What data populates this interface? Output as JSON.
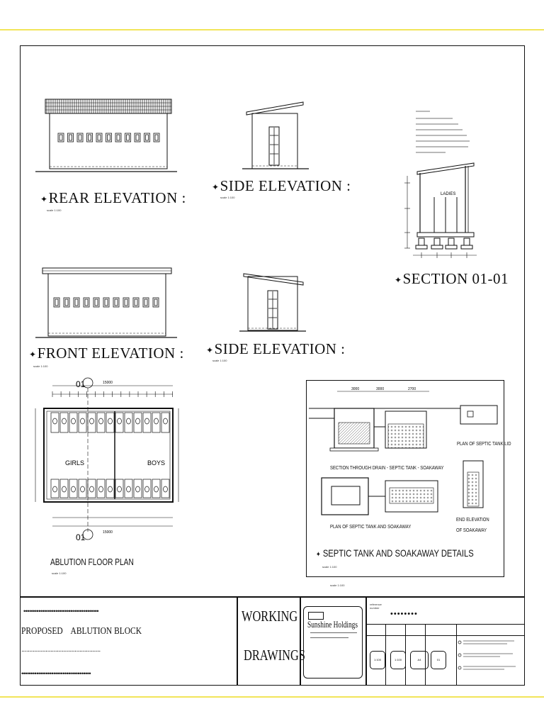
{
  "drawings": {
    "rear_elevation": {
      "title": "REAR ELEVATION :",
      "scale": "scale 1:100"
    },
    "side_elevation_top": {
      "title": "SIDE ELEVATION :",
      "scale": "scale 1:100"
    },
    "section": {
      "title": "SECTION 01-01",
      "room_label": "LADIES"
    },
    "front_elevation": {
      "title": "FRONT ELEVATION :",
      "scale": "scale 1:100"
    },
    "side_elevation_bottom": {
      "title": "SIDE ELEVATION :",
      "scale": "scale 1:100"
    },
    "floor_plan": {
      "title": "ABLUTION FLOOR PLAN",
      "scale": "scale 1:100",
      "section_marker": "01",
      "overall_dimension": "15000",
      "room_left": "GIRLS",
      "room_right": "BOYS"
    },
    "septic": {
      "title": "SEPTIC TANK AND SOAKAWAY DETAILS",
      "scale": "scale 1:100",
      "section_caption": "SECTION THROUGH DRAIN - SEPTIC TANK - SOAKAWAY",
      "plan_caption": "PLAN OF SEPTIC TANK AND SOAKAWAY",
      "lid_caption": "PLAN OF SEPTIC TANK LID",
      "end_caption_1": "END ELEVATION",
      "end_caption_2": "OF SOAKAWAY",
      "dims": [
        "3000",
        "3000",
        "2700"
      ]
    },
    "below_scale": "scale 1:100"
  },
  "title_block": {
    "project_dots_1": "••••••••••••••••••••••••••••••••••••••••",
    "project_name": "PROPOSED    ABLUTION BLOCK",
    "project_dots_2": ".................................................",
    "project_dots_3": "•••••••••••••••••••••••••••••••••••••",
    "stage_line_1": "WORKING",
    "stage_line_2": "DRAWINGS",
    "company_name": "Sunshine Holdings",
    "reference_label": "reference number",
    "reference_value": "••••••••",
    "sheet_values": [
      "1:100",
      "1:100",
      "A4",
      "01"
    ]
  }
}
